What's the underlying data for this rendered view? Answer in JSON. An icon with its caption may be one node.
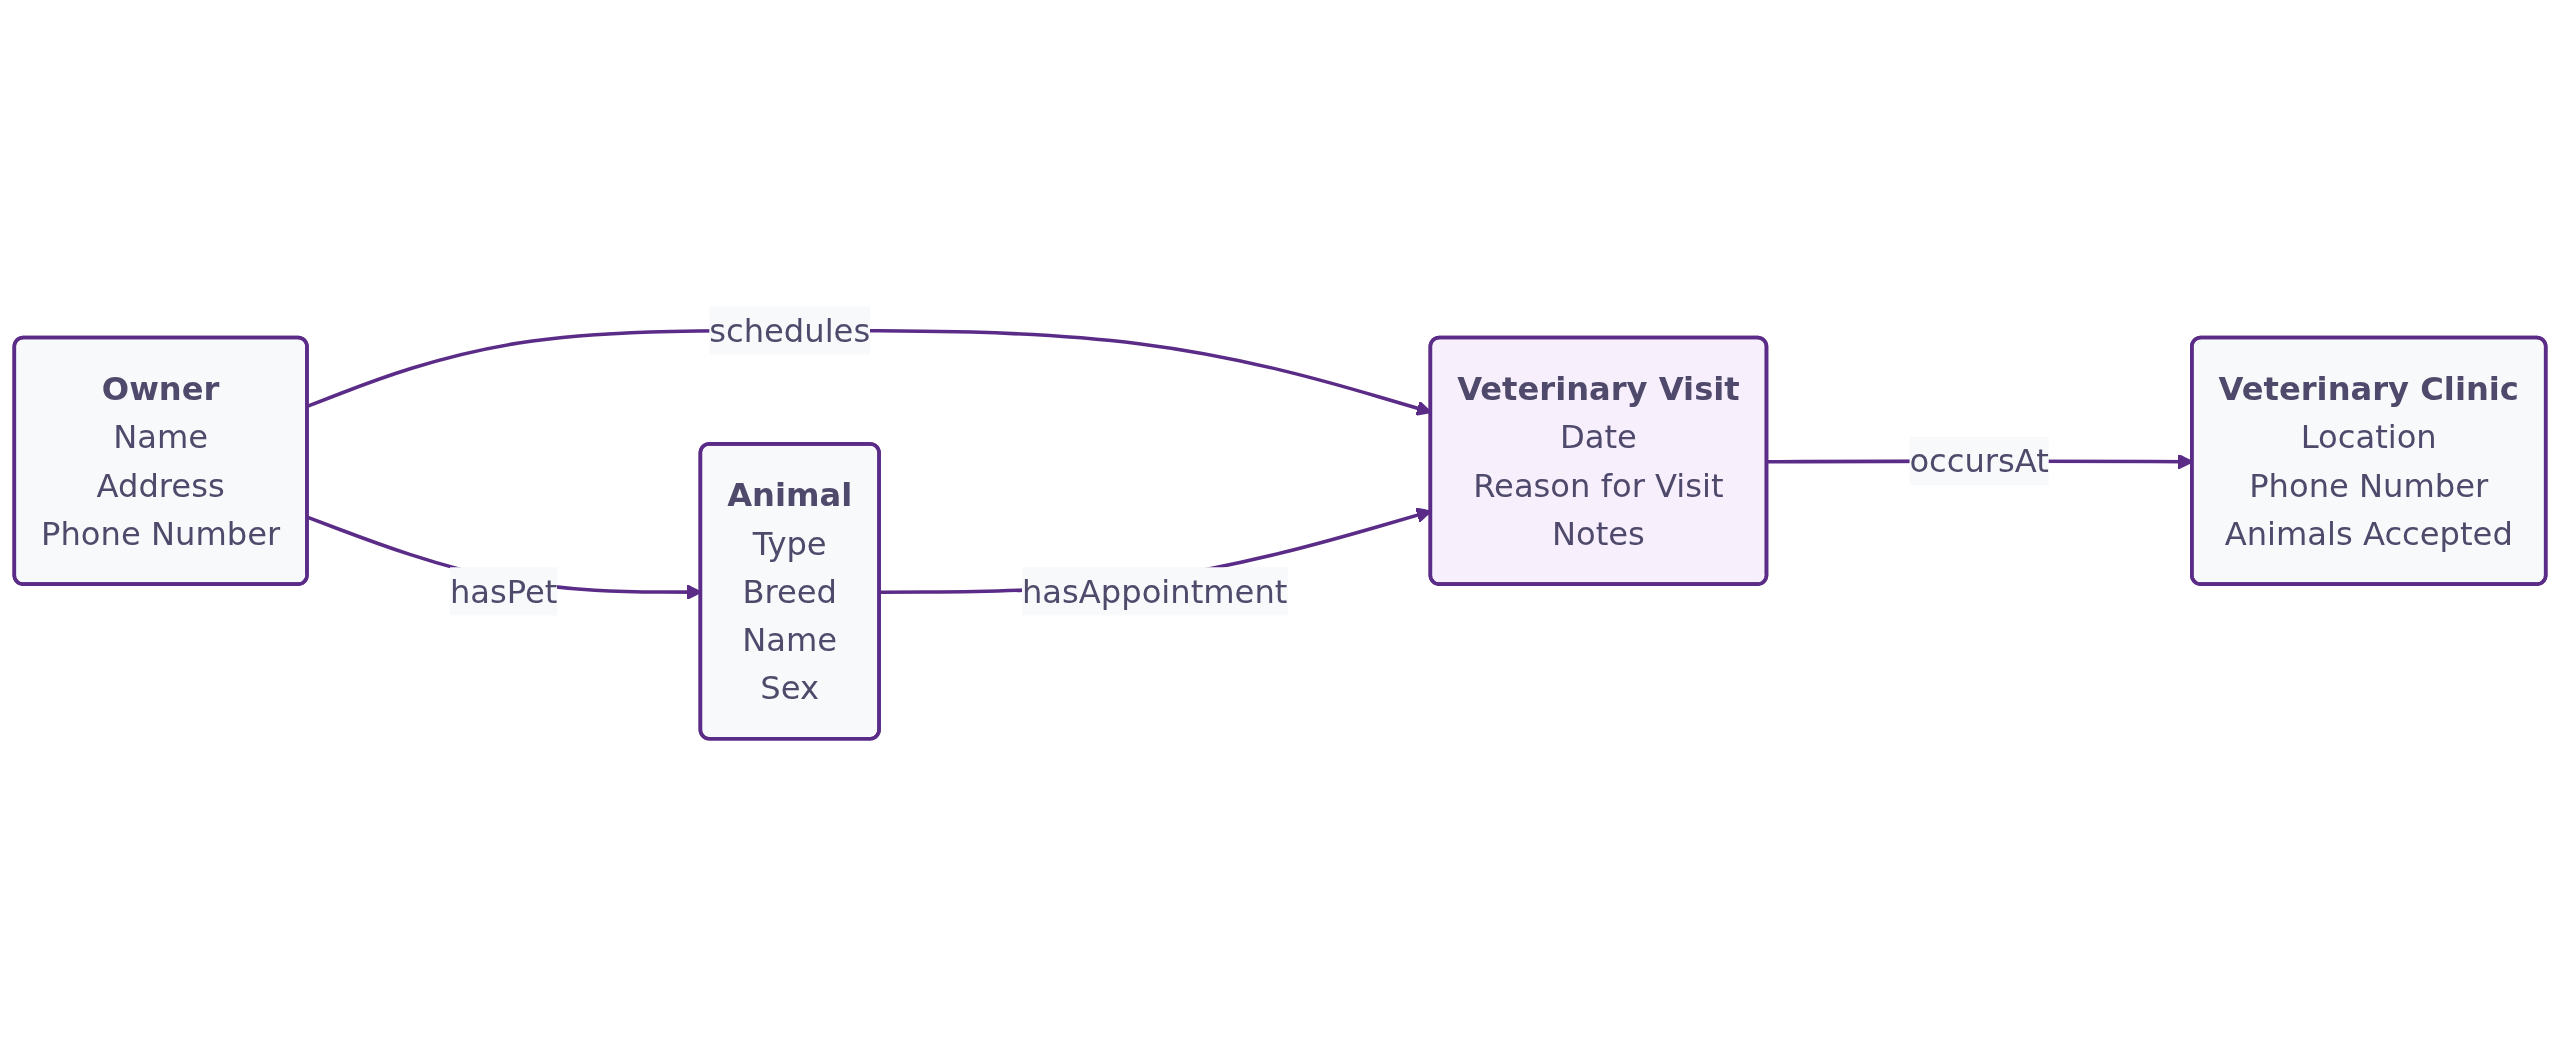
{
  "diagram": {
    "nodes": [
      {
        "text": [
          "Owner",
          "Name",
          "Address",
          "Phone Number"
        ]
      },
      {
        "text": [
          "Veterinary Clinic",
          "Location",
          "Phone Number",
          "Animals Accepted"
        ]
      },
      {
        "text": [
          "Animal",
          "Type",
          "Breed",
          "Name",
          "Sex"
        ]
      },
      {
        "text": [
          "Veterinary Visit",
          "Date",
          "Reason for Visit",
          "Notes"
        ]
      }
    ],
    "edges": [
      {
        "from": 0,
        "to": 2,
        "arrow": "to",
        "label": "hasPet"
      },
      {
        "from": 0,
        "to": 3,
        "arrow": "to",
        "label": "schedules"
      },
      {
        "from": 3,
        "to": 1,
        "arrow": "to",
        "label": "occursAt"
      },
      {
        "from": 2,
        "to": 3,
        "arrow": "to",
        "label": "hasAppointment"
      }
    ]
  }
}
